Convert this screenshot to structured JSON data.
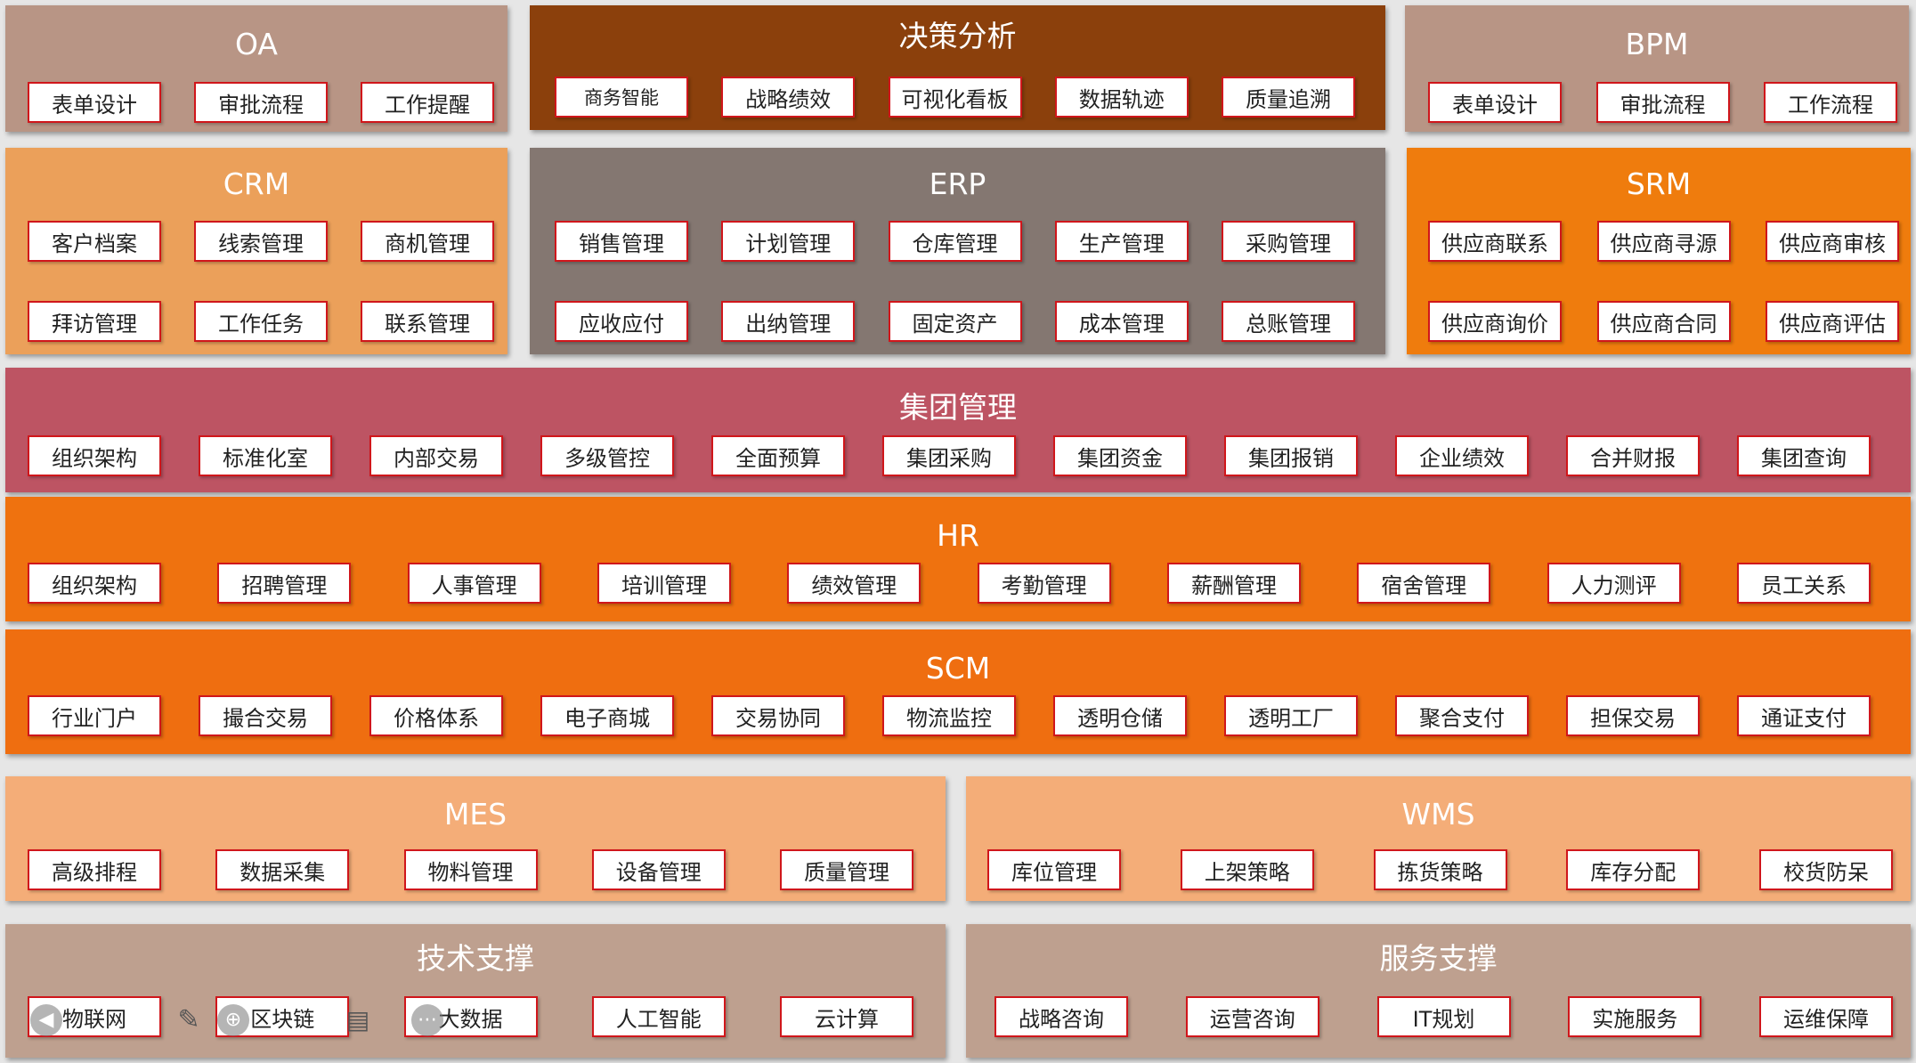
{
  "colors": {
    "oa": "#b89585",
    "decision": "#8b400c",
    "bpm": "#b89585",
    "crm": "#eba05a",
    "erp": "#847771",
    "srm": "#ef7c0d",
    "group": "#bd5463",
    "hr": "#ef720f",
    "scm": "#ef6e10",
    "mes": "#f4ad78",
    "wms": "#f4ad78",
    "tech": "#bea08f",
    "service": "#bea08f",
    "button_border": "#d0161b"
  },
  "oa": {
    "title": "OA",
    "items": [
      "表单设计",
      "审批流程",
      "工作提醒"
    ]
  },
  "decision": {
    "title": "决策分析",
    "items": [
      "商务智能",
      "战略绩效",
      "可视化看板",
      "数据轨迹",
      "质量追溯"
    ]
  },
  "bpm": {
    "title": "BPM",
    "items": [
      "表单设计",
      "审批流程",
      "工作流程"
    ]
  },
  "crm": {
    "title": "CRM",
    "items": [
      "客户档案",
      "线索管理",
      "商机管理",
      "拜访管理",
      "工作任务",
      "联系管理"
    ]
  },
  "erp": {
    "title": "ERP",
    "items": [
      "销售管理",
      "计划管理",
      "仓库管理",
      "生产管理",
      "采购管理",
      "应收应付",
      "出纳管理",
      "固定资产",
      "成本管理",
      "总账管理"
    ]
  },
  "srm": {
    "title": "SRM",
    "items": [
      "供应商联系",
      "供应商寻源",
      "供应商审核",
      "供应商询价",
      "供应商合同",
      "供应商评估"
    ]
  },
  "group": {
    "title": "集团管理",
    "items": [
      "组织架构",
      "标准化室",
      "内部交易",
      "多级管控",
      "全面预算",
      "集团采购",
      "集团资金",
      "集团报销",
      "企业绩效",
      "合并财报",
      "集团查询"
    ]
  },
  "hr": {
    "title": "HR",
    "items": [
      "组织架构",
      "招聘管理",
      "人事管理",
      "培训管理",
      "绩效管理",
      "考勤管理",
      "薪酬管理",
      "宿舍管理",
      "人力测评",
      "员工关系"
    ]
  },
  "scm": {
    "title": "SCM",
    "items": [
      "行业门户",
      "撮合交易",
      "价格体系",
      "电子商城",
      "交易协同",
      "物流监控",
      "透明仓储",
      "透明工厂",
      "聚合支付",
      "担保交易",
      "通证支付"
    ]
  },
  "mes": {
    "title": "MES",
    "items": [
      "高级排程",
      "数据采集",
      "物料管理",
      "设备管理",
      "质量管理"
    ]
  },
  "wms": {
    "title": "WMS",
    "items": [
      "库位管理",
      "上架策略",
      "拣货策略",
      "库存分配",
      "校货防呆"
    ]
  },
  "tech": {
    "title": "技术支撑",
    "items": [
      "物联网",
      "区块链",
      "大数据",
      "人工智能",
      "云计算"
    ]
  },
  "service": {
    "title": "服务支撑",
    "items": [
      "战略咨询",
      "运营咨询",
      "IT规划",
      "实施服务",
      "运维保障"
    ]
  },
  "toolbar": {
    "icons": [
      "back-icon",
      "pen-icon",
      "zoom-icon",
      "subtitle-icon",
      "more-icon"
    ]
  }
}
